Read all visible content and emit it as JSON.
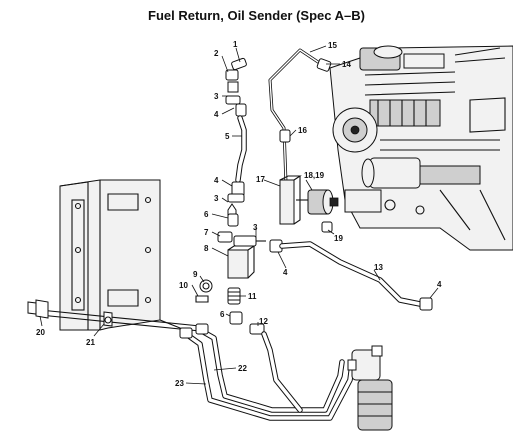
{
  "diagram": {
    "title": "Fuel Return, Oil Sender (Spec A–B)",
    "callouts": [
      {
        "id": "c1",
        "text": "1"
      },
      {
        "id": "c2",
        "text": "2"
      },
      {
        "id": "c3a",
        "text": "3"
      },
      {
        "id": "c4a",
        "text": "4"
      },
      {
        "id": "c5",
        "text": "5"
      },
      {
        "id": "c4b",
        "text": "4"
      },
      {
        "id": "c3b",
        "text": "3"
      },
      {
        "id": "c6",
        "text": "6"
      },
      {
        "id": "c7",
        "text": "7"
      },
      {
        "id": "c3c",
        "text": "3"
      },
      {
        "id": "c8",
        "text": "8"
      },
      {
        "id": "c9",
        "text": "9"
      },
      {
        "id": "c10",
        "text": "10"
      },
      {
        "id": "c11",
        "text": "11"
      },
      {
        "id": "c6b",
        "text": "6"
      },
      {
        "id": "c12",
        "text": "12"
      },
      {
        "id": "c13",
        "text": "13"
      },
      {
        "id": "c4c",
        "text": "4"
      },
      {
        "id": "c4d",
        "text": "4"
      },
      {
        "id": "c14",
        "text": "14"
      },
      {
        "id": "c15",
        "text": "15"
      },
      {
        "id": "c16",
        "text": "16"
      },
      {
        "id": "c17",
        "text": "17"
      },
      {
        "id": "c1819",
        "text": "18,19"
      },
      {
        "id": "c19",
        "text": "19"
      },
      {
        "id": "c20",
        "text": "20"
      },
      {
        "id": "c21",
        "text": "21"
      },
      {
        "id": "c22",
        "text": "22"
      },
      {
        "id": "c23",
        "text": "23"
      }
    ]
  }
}
